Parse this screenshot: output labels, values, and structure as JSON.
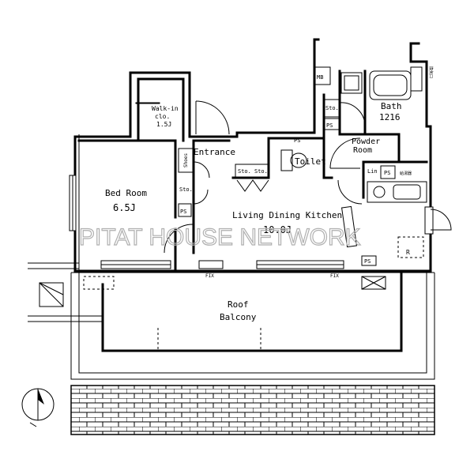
{
  "labels": {
    "walkin": [
      "Walk-in",
      "clo.",
      "1.5J"
    ],
    "entrance": "Entrance",
    "bedroom": "Bed Room",
    "bedroom_size": "6.5J",
    "toilet": "Toilet",
    "powder": [
      "Powder",
      "Room"
    ],
    "bath": "Bath",
    "bath_size": "1216",
    "ldk": "Living Dining Kitchen",
    "ldk_size": "10.0J",
    "roof": "Roof",
    "balcony": "Balcony",
    "sto": "Sto.",
    "shoes": "Shoes",
    "ps": "PS",
    "lin": "Lin",
    "mb": "MB",
    "r": "R",
    "fix": "FIX",
    "sink_note": "給湯器",
    "vent_note": "換気口"
  },
  "watermark": "PITAT HOUSE NETWORK"
}
